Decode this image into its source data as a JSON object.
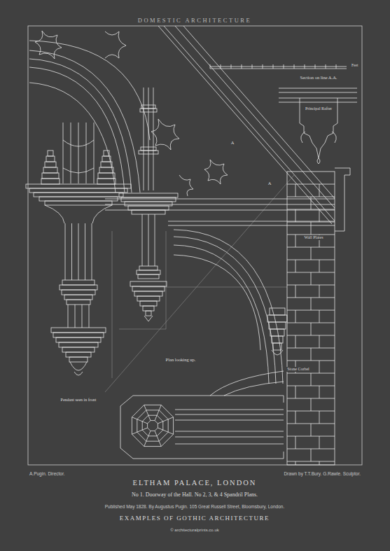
{
  "diagram": {
    "title": "ELTHAM PALACE, LONDON",
    "caption": "No 1. Doorway of the Hall. No 2, 3, & 4 Spandril Plans.",
    "labels": [
      "DOMESTIC ARCHITECTURE",
      "Feet",
      "Section on line A.A.",
      "Principal Rafter",
      "Wall Plates",
      "Stone Corbel",
      "Plan looking up.",
      "Pendant seen in front",
      "A.Pugin. Director.",
      "Drawn by T.T.Bury. G.Rawle. Sculptor.",
      "Published May 1828. By Augustus Pugin. 105 Great Russell Street, Bloomsbury, London.",
      "EXAMPLES OF GOTHIC ARCHITECTURE",
      "© architecturalprints.co.uk",
      "A",
      "A"
    ]
  }
}
